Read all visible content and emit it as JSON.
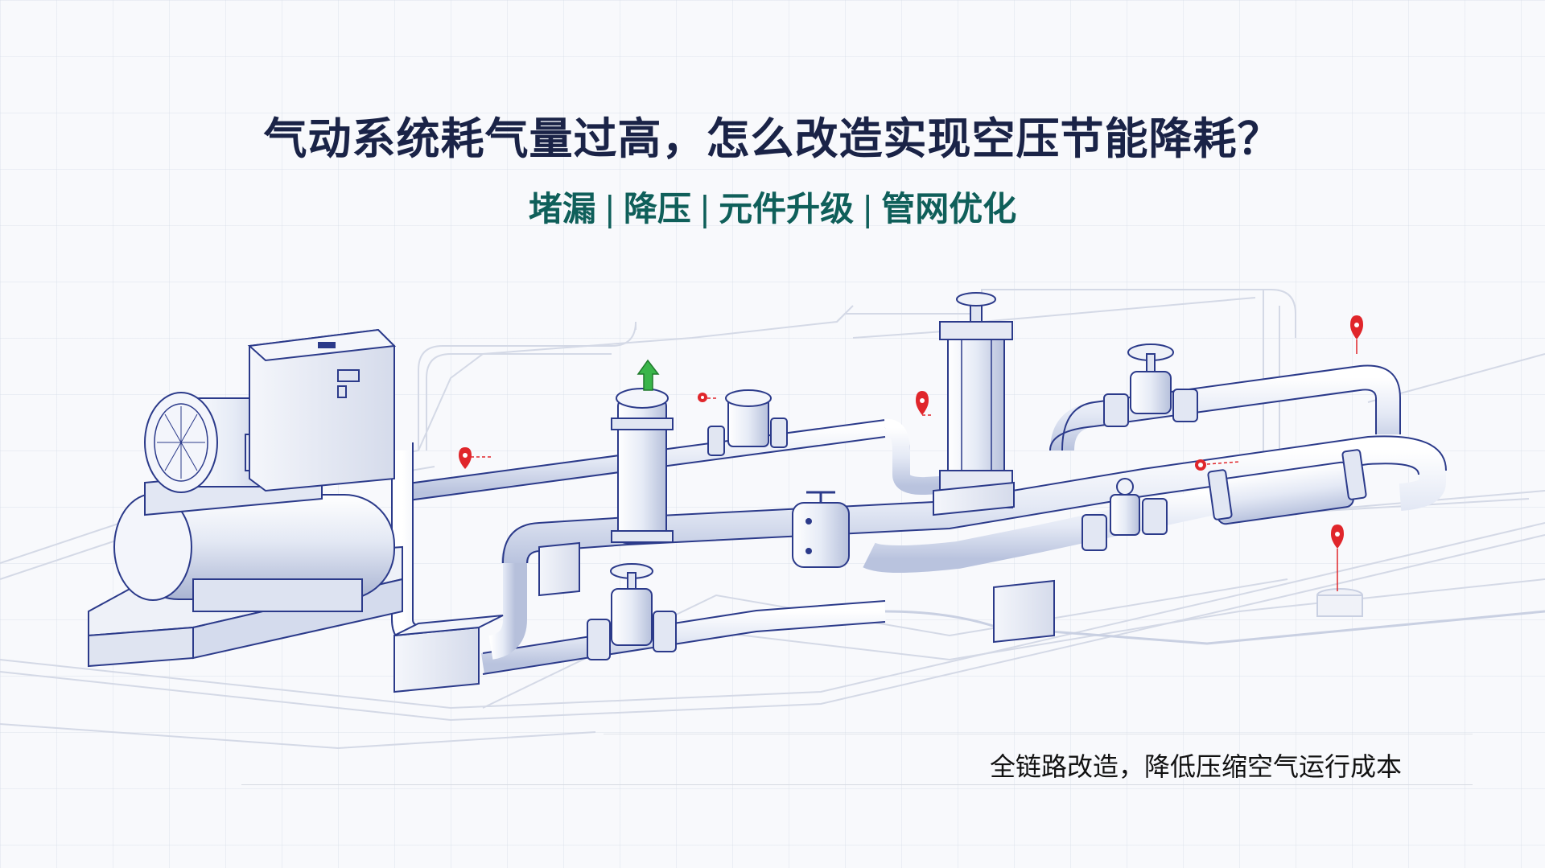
{
  "title": "气动系统耗气量过高，怎么改造实现空压节能降耗？",
  "subtitle": {
    "items": [
      "堵漏",
      "降压",
      "元件升级",
      "管网优化"
    ],
    "separator": "|"
  },
  "caption": "全链路改造，降低压缩空气运行成本",
  "colors": {
    "title": "#1a2347",
    "subtitle": "#0f5f5a",
    "line": "#2b3a8a",
    "fill": "#e8ecf7",
    "marker_red": "#e0262b",
    "arrow_green": "#3ab54a"
  },
  "icons": [
    "air-compressor-icon",
    "air-tank-icon",
    "filter-icon",
    "gate-valve-icon",
    "cylinder-actuator-icon",
    "location-marker-icon",
    "upward-arrow-icon"
  ]
}
